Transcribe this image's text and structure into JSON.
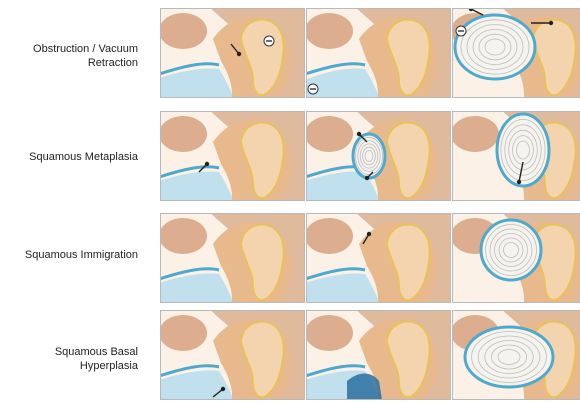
{
  "figure": {
    "rows": [
      {
        "label": "Obstruction / Vacuum\nRetraction"
      },
      {
        "label": "Squamous Metaplasia"
      },
      {
        "label": "Squamous Immigration"
      },
      {
        "label": "Squamous Basal\nHyperplasia"
      }
    ],
    "panels_per_row": 3
  },
  "colors": {
    "skin_background": "#fbf1e6",
    "bone": "#d9b08e",
    "tissue": "#e9b98e",
    "ossicle_fill": "#f3d4ae",
    "ossicle_outline": "#e8c54a",
    "canal_blue": "#bfe0ec",
    "membrane_blue": "#4fa9cc",
    "cyst_fill": "#f5f3ee",
    "cyst_lines": "#bdbdbd",
    "arrow": "#222222"
  }
}
